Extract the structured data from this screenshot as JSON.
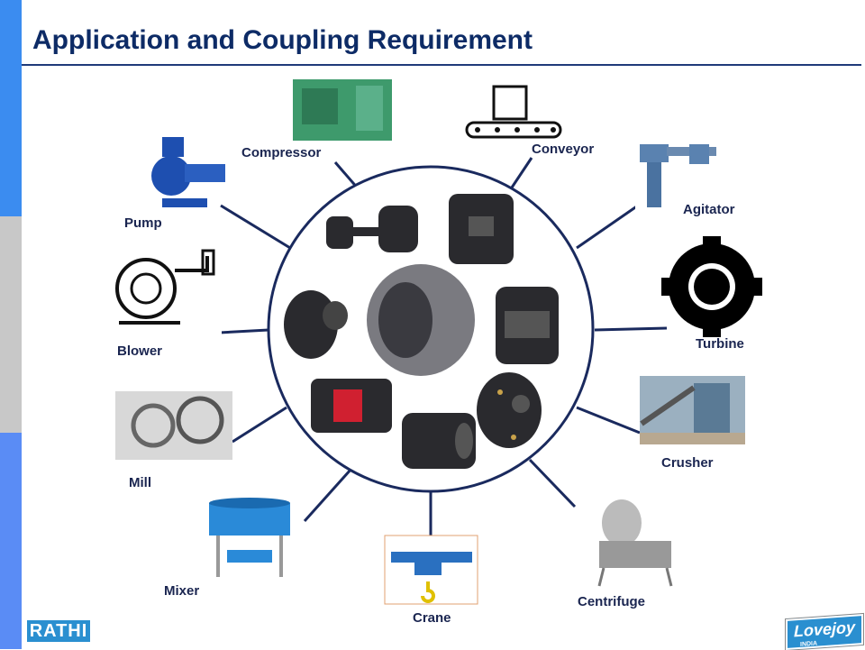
{
  "title": "Application and Coupling Requirement",
  "applications": {
    "compressor": "Compressor",
    "conveyor": "Conveyor",
    "pump": "Pump",
    "agitator": "Agitator",
    "blower": "Blower",
    "turbine": "Turbine",
    "mill": "Mill",
    "crusher": "Crusher",
    "mixer": "Mixer",
    "crane": "Crane",
    "centrifuge": "Centrifuge"
  },
  "logos": {
    "left": "RATHI",
    "right": "Lovejoy",
    "right_sub": "INDIA"
  },
  "colors": {
    "title": "#0d2b66",
    "circle": "#1a2a5e",
    "side_blue": "#3b8cf0",
    "side_gray": "#c8c8c8",
    "side_blue2": "#5a8cf5"
  }
}
